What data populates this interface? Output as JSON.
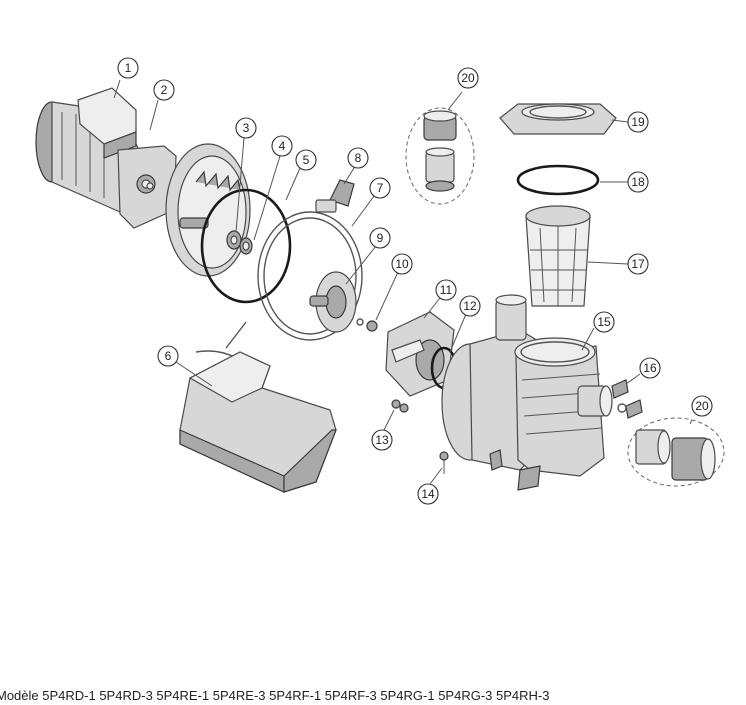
{
  "callouts": [
    "1",
    "2",
    "3",
    "4",
    "5",
    "6",
    "7",
    "8",
    "9",
    "10",
    "11",
    "12",
    "13",
    "14",
    "15",
    "16",
    "17",
    "18",
    "19",
    "20",
    "20"
  ],
  "caption": "Modèle 5P4RD-1 5P4RD-3 5P4RE-1 5P4RE-3 5P4RF-1 5P4RF-3 5P4RG-1 5P4RG-3 5P4RH-3"
}
